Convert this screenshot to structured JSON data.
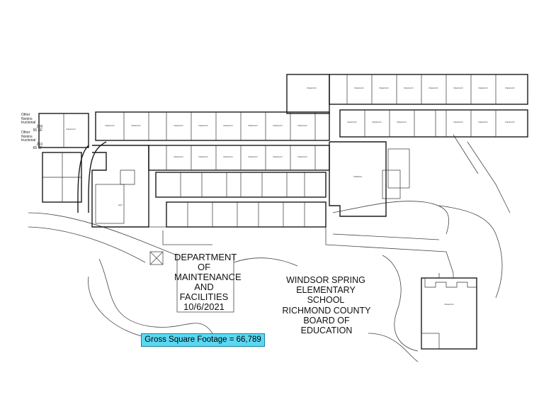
{
  "department": {
    "line1": "DEPARTMENT",
    "line2": "OF",
    "line3": "MAINTENANCE",
    "line4": "AND",
    "line5": "FACILITIES",
    "date": "10/6/2021"
  },
  "school": {
    "line1": "WINDSOR SPRING",
    "line2": "ELEMENTARY SCHOOL"
  },
  "board": {
    "line1": "RICHMOND COUNTY",
    "line2": "BOARD OF EDUCATION"
  },
  "gross_square_footage": "Gross Square Footage = 66,789",
  "side_notes": {
    "note1_title": "Other",
    "note1_sub": "Nonins tructional",
    "note1_num": "209",
    "note1_sf": "55 SF",
    "note2_title": "Other",
    "note2_sub": "Nonins tructional",
    "note2_num": "210",
    "note2_sf": "65 SF"
  },
  "colors": {
    "highlight": "#5ad8f2",
    "lines": "#1a1a1a"
  }
}
